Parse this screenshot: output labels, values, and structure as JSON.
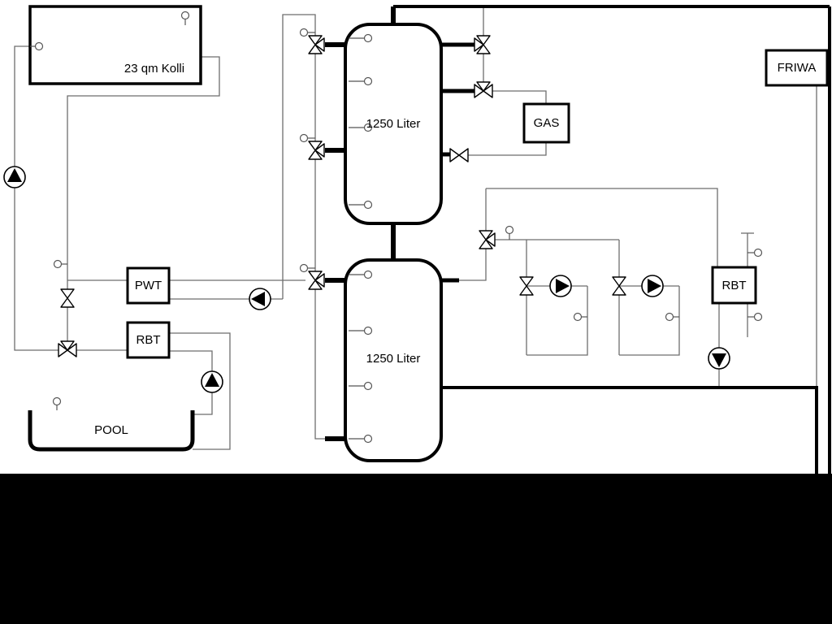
{
  "labels": {
    "collector": "23 qm Kolli",
    "buffer_tank_top": "1250 Liter",
    "buffer_tank_bottom": "1250 Liter",
    "pwt": "PWT",
    "rbt_left": "RBT",
    "rbt_right": "RBT",
    "gas": "GAS",
    "friwa": "FRIWA",
    "pool": "POOL"
  },
  "colors": {
    "background": "#ffffff",
    "letterbox": "#000000",
    "pipe": "#000000",
    "wire": "#6e6e6e",
    "symbol_fill": "#ffffff"
  }
}
